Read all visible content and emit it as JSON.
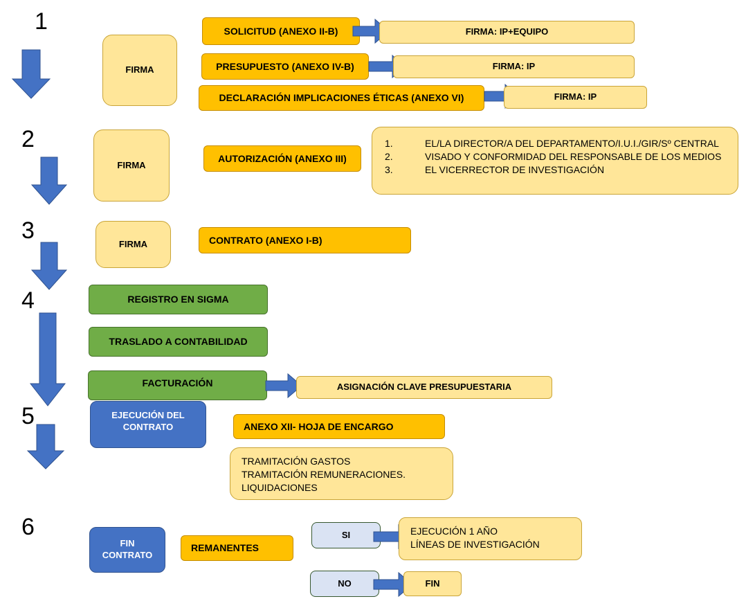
{
  "steps": [
    "1",
    "2",
    "3",
    "4",
    "5",
    "6"
  ],
  "step1": {
    "firma": "FIRMA",
    "solicitud": "SOLICITUD (ANEXO II-B)",
    "solicitud_firma": "FIRMA: IP+EQUIPO",
    "presupuesto": "PRESUPUESTO (ANEXO IV-B)",
    "presupuesto_firma": "FIRMA: IP",
    "declaracion": "DECLARACIÓN IMPLICACIONES ÉTICAS (ANEXO VI)",
    "declaracion_firma": "FIRMA: IP"
  },
  "step2": {
    "firma": "FIRMA",
    "autorizacion": "AUTORIZACIÓN (ANEXO III)",
    "list": [
      {
        "n": "1.",
        "text": "EL/LA DIRECTOR/A DEL DEPARTAMENTO/I.U.I./GIR/Sº CENTRAL"
      },
      {
        "n": "2.",
        "text": "VISADO Y CONFORMIDAD DEL RESPONSABLE DE LOS MEDIOS"
      },
      {
        "n": "3.",
        "text": "EL VICERRECTOR DE INVESTIGACIÓN"
      }
    ]
  },
  "step3": {
    "firma": "FIRMA",
    "contrato": "CONTRATO (ANEXO I-B)"
  },
  "step4": {
    "registro": "REGISTRO EN SIGMA",
    "traslado": "TRASLADO A CONTABILIDAD",
    "facturacion": "FACTURACIÓN",
    "asignacion": "ASIGNACIÓN CLAVE PRESUPUESTARIA"
  },
  "step5": {
    "ejecucion": "EJECUCIÓN DEL CONTRATO",
    "anexo": "ANEXO XII- HOJA DE ENCARGO",
    "tramitacion": [
      "TRAMITACIÓN GASTOS",
      "TRAMITACIÓN REMUNERACIONES.",
      "LIQUIDACIONES"
    ]
  },
  "step6": {
    "fin_contrato": "FIN CONTRATO",
    "remanentes": "REMANENTES",
    "si": "SI",
    "si_result": [
      "EJECUCIÓN 1 AÑO",
      "LÍNEAS DE INVESTIGACIÓN"
    ],
    "no": "NO",
    "no_result": "FIN"
  },
  "colors": {
    "orange": "#ffc000",
    "light_yellow": "#ffe699",
    "green": "#70ad47",
    "blue": "#4472c4",
    "pale_blue": "#dae3f3"
  }
}
